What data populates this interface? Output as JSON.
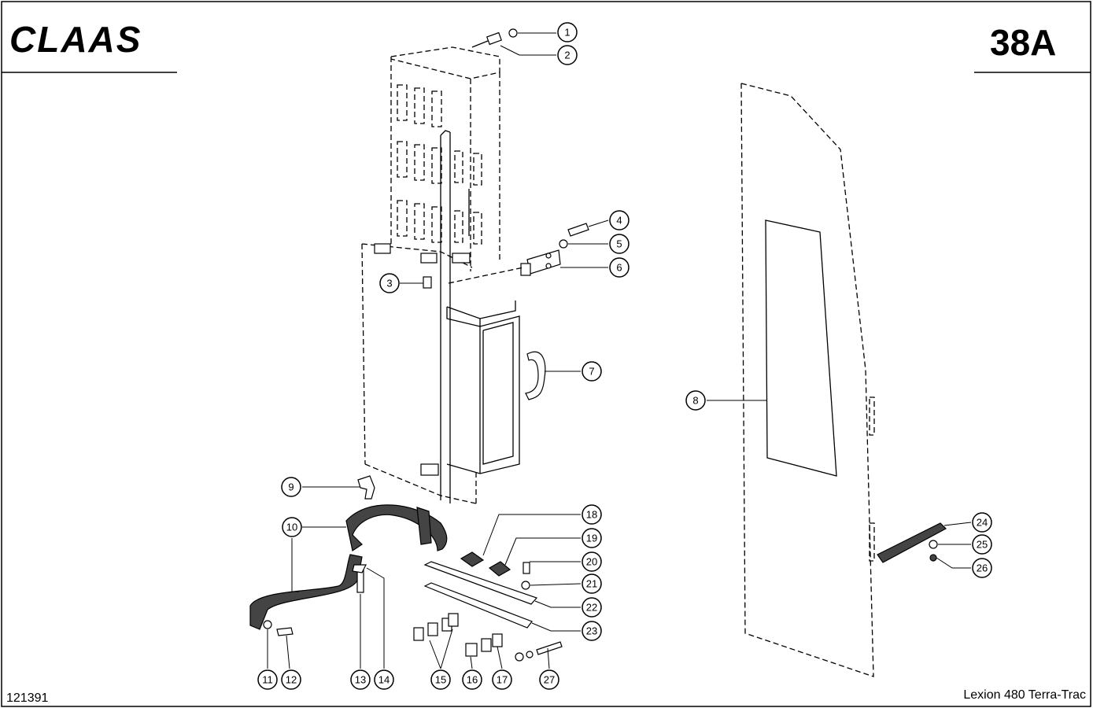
{
  "header": {
    "brand": "CLAAS",
    "sheet_number": "38A"
  },
  "footer": {
    "drawing_number": "121391",
    "model": "Lexion 480 Terra-Trac"
  },
  "callouts": [
    "1",
    "2",
    "3",
    "4",
    "5",
    "6",
    "7",
    "8",
    "9",
    "10",
    "11",
    "12",
    "13",
    "14",
    "15",
    "16",
    "17",
    "18",
    "19",
    "20",
    "21",
    "22",
    "23",
    "24",
    "25",
    "26",
    "27"
  ]
}
